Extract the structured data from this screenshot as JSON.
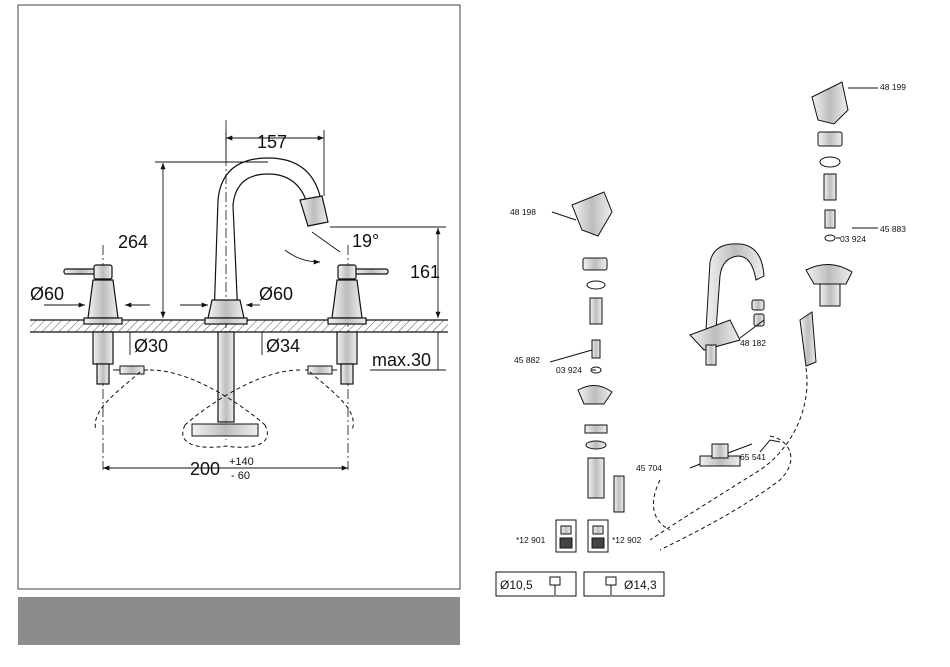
{
  "dimensions": {
    "width_top": "157",
    "height_total": "264",
    "angle": "19°",
    "height_spout": "161",
    "handle_dia": "Ø60",
    "spout_dia": "Ø60",
    "hole_dia_left": "Ø30",
    "hole_dia_right": "Ø34",
    "deck_max": "max.30",
    "spacing": "200",
    "tol_plus": "+140",
    "tol_minus": "- 60"
  },
  "parts": {
    "handle_left": "48 198",
    "handle_right": "48 199",
    "cartridge_left": "45 882",
    "cartridge_right": "45 883",
    "oring_left": "03 924",
    "oring_right": "03 924",
    "aerator": "48 182",
    "hose": "45 704",
    "connector": "65 541",
    "tool_left": "*12 901",
    "tool_right": "*12 902"
  },
  "pipes": {
    "left": "Ø10,5",
    "right": "Ø14,3"
  },
  "colors": {
    "footer_bar": "#8c8c8c",
    "line": "#111111",
    "hatch": "#555555"
  }
}
